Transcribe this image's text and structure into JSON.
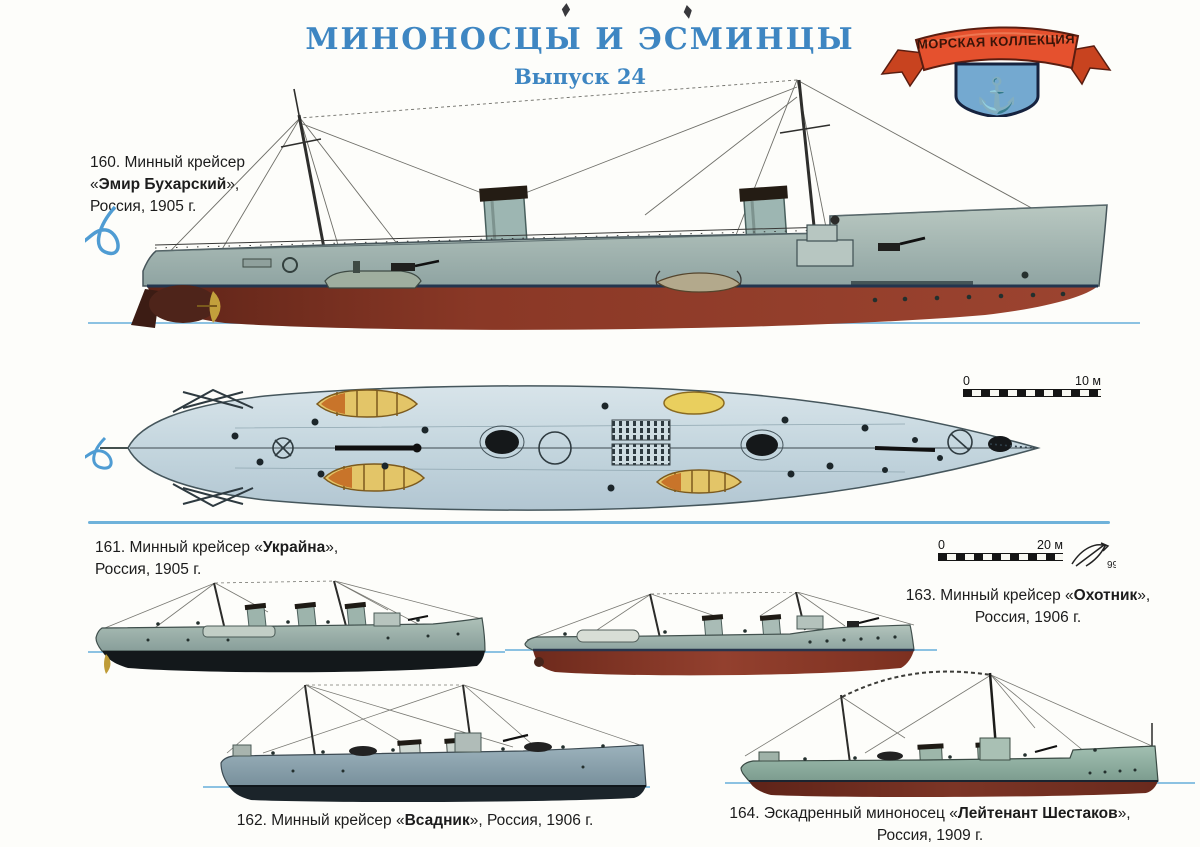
{
  "page": {
    "title": "МИНОНОСЦЫ И ЭСМИНЦЫ",
    "subtitle": "Выпуск 24"
  },
  "masthead": {
    "ribbon_text": "МОРСКАЯ КОЛЛЕКЦИЯ",
    "anchor_glyph": "⚓"
  },
  "captions": {
    "c160": {
      "line1": "160. Минный крейсер",
      "pre": "«",
      "name": "Эмир Бухарский",
      "post": "»,",
      "line2": "Россия, 1905 г."
    },
    "c161": {
      "pre": "161. Минный крейсер «",
      "name": "Украйна",
      "post": "»,",
      "line2": "Россия, 1905 г."
    },
    "c162": {
      "pre": "162. Минный крейсер «",
      "name": "Всадник",
      "post": "», Россия, 1906 г."
    },
    "c163": {
      "pre": "163. Минный крейсер «",
      "name": "Охотник",
      "post": "»,",
      "line2": "Россия, 1906 г."
    },
    "c164": {
      "pre": "164. Эскадренный миноносец «",
      "name": "Лейтенант Шестаков",
      "post": "»,",
      "line2": "Россия, 1909 г."
    }
  },
  "scalebars": {
    "plan": {
      "zero": "0",
      "label": "10 м"
    },
    "small": {
      "zero": "0",
      "label": "20 м"
    },
    "signature": "99"
  },
  "colors": {
    "title_blue": "#3e86c2",
    "divider_blue": "#6fb2da",
    "waterline_blue": "#8cc2e2",
    "ribbon_red": "#e5512e",
    "shield_blue": "#74a9d0",
    "hull_gray": "#9db4ae",
    "underwater_red": "#8a3826",
    "underwater_black": "#14181a",
    "boat_yellow": "#e3c568"
  }
}
